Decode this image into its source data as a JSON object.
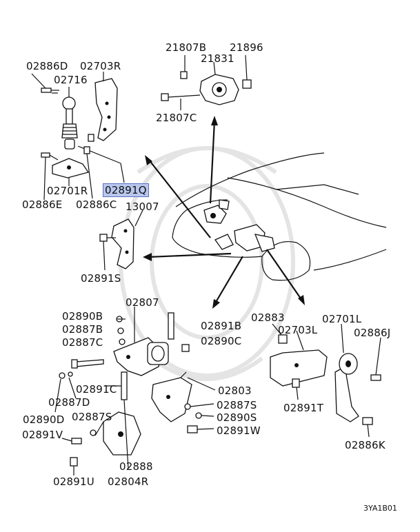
{
  "labels": {
    "p02886D": "02886D",
    "p02703R": "02703R",
    "p02716": "02716",
    "p02701R": "02701R",
    "p02886E": "02886E",
    "p02886C": "02886C",
    "p02891Q": "02891Q",
    "p21807B": "21807B",
    "p21831": "21831",
    "p21896": "21896",
    "p21807C": "21807C",
    "p13007": "13007",
    "p02891S": "02891S",
    "p02807": "02807",
    "p02890B": "02890B",
    "p02887B": "02887B",
    "p02887C": "02887C",
    "p02891B": "02891B",
    "p02890C": "02890C",
    "p02891C": "02891C",
    "p02887D": "02887D",
    "p02890D": "02890D",
    "p02887S_left": "02887S",
    "p02891V": "02891V",
    "p02891U": "02891U",
    "p02888": "02888",
    "p02804R": "02804R",
    "p02803": "02803",
    "p02887S_right": "02887S",
    "p02890S": "02890S",
    "p02891W": "02891W",
    "p02883": "02883",
    "p02703L": "02703L",
    "p02701L": "02701L",
    "p02886J": "02886J",
    "p02891T": "02891T",
    "p02886K": "02886K"
  },
  "highlight_color": "#b9c7ee",
  "diagram_code": "3YA1B01"
}
